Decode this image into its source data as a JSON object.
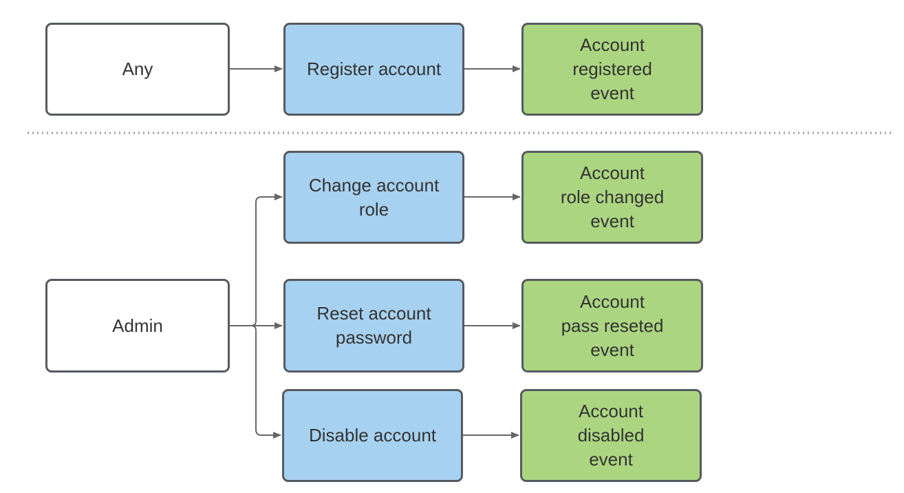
{
  "colors": {
    "actor_fill": "#ffffff",
    "command_fill": "#a7d1f0",
    "event_fill": "#acd581",
    "stroke": "#555a5f",
    "connector": "#666666",
    "divider": "#9a9a9a"
  },
  "diagram": {
    "any_group": {
      "actor": "Any",
      "command": "Register account",
      "event": "Account\nregistered\nevent"
    },
    "admin_group": {
      "actor": "Admin",
      "commands": [
        "Change account\nrole",
        "Reset account\npassword",
        "Disable account"
      ],
      "events": [
        "Account\nrole changed\nevent",
        "Account\npass reseted\nevent",
        "Account\ndisabled\nevent"
      ]
    }
  }
}
